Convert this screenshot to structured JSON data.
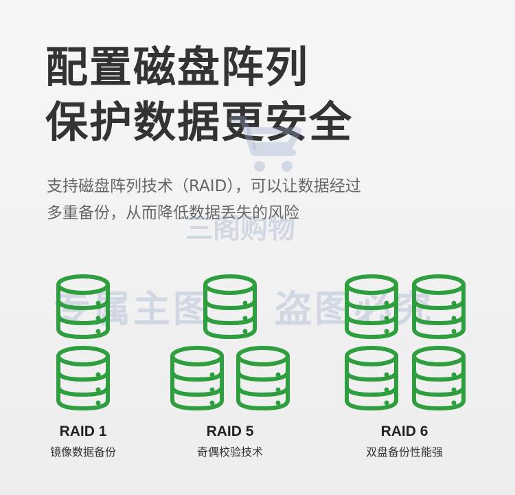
{
  "headline": {
    "line1": "配置磁盘阵列",
    "line2": "保护数据更安全"
  },
  "description": {
    "line1": "支持磁盘阵列技术（RAID），可以让数据经过",
    "line2": "多重备份，从而降低数据丢失的风险"
  },
  "watermark": {
    "text1": "三阁购物",
    "text2": "专属主图",
    "text3": "盗图必究"
  },
  "raids": [
    {
      "title": "RAID 1",
      "subtitle": "镜像数据备份"
    },
    {
      "title": "RAID 5",
      "subtitle": "奇偶校验技术"
    },
    {
      "title": "RAID 6",
      "subtitle": "双盘备份性能强"
    }
  ],
  "colors": {
    "accent": "#2e9e3e",
    "headline": "#333333",
    "description": "#666666"
  },
  "icons": [
    "database-icon",
    "shopping-cart-icon"
  ]
}
